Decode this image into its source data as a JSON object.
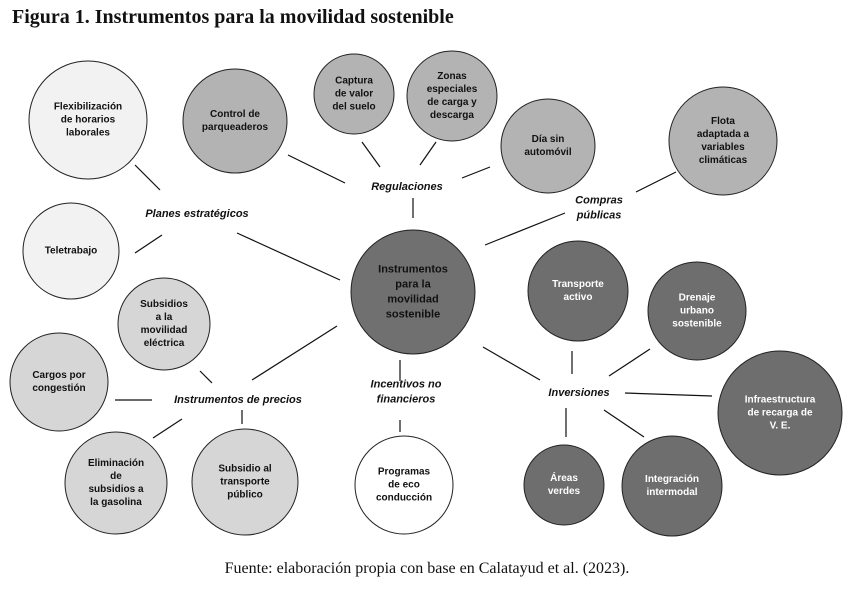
{
  "figure": {
    "title": "Figura 1. Instrumentos para la movilidad sostenible",
    "source": "Fuente: elaboración propia con base en Calatayud et al. (2023)."
  },
  "colors": {
    "center": "#707070",
    "dark": "#6e6e6e",
    "mid": "#b3b3b3",
    "light": "#d6d6d6",
    "lightest": "#f2f2f2",
    "white": "#ffffff",
    "stroke": "#222222",
    "edge": "#111111"
  },
  "center": {
    "lines": [
      "Instrumentos",
      "para la",
      "movilidad",
      "sostenible"
    ]
  },
  "categories": {
    "planes": {
      "lines": [
        "Planes estratégicos"
      ]
    },
    "regulaciones": {
      "lines": [
        "Regulaciones"
      ]
    },
    "compras": {
      "lines": [
        "Compras",
        "públicas"
      ]
    },
    "precios": {
      "lines": [
        "Instrumentos de precios"
      ]
    },
    "incentivos": {
      "lines": [
        "Incentivos no",
        "financieros"
      ]
    },
    "inversiones": {
      "lines": [
        "Inversiones"
      ]
    }
  },
  "nodes": {
    "flexibilizacion": {
      "lines": [
        "Flexibilización",
        "de horarios",
        "laborales"
      ],
      "fill": "lightest"
    },
    "teletrabajo": {
      "lines": [
        "Teletrabajo"
      ],
      "fill": "lightest"
    },
    "control": {
      "lines": [
        "Control de",
        "parqueaderos"
      ],
      "fill": "mid"
    },
    "captura": {
      "lines": [
        "Captura",
        "de valor",
        "del suelo"
      ],
      "fill": "mid"
    },
    "zonas": {
      "lines": [
        "Zonas",
        "especiales",
        "de carga y",
        "descarga"
      ],
      "fill": "mid"
    },
    "diasin": {
      "lines": [
        "Día sin",
        "automóvil"
      ],
      "fill": "mid"
    },
    "flota": {
      "lines": [
        "Flota",
        "adaptada a",
        "variables",
        "climáticas"
      ],
      "fill": "mid"
    },
    "subsidios_ev": {
      "lines": [
        "Subsidios",
        "a la",
        "movilidad",
        "eléctrica"
      ],
      "fill": "light"
    },
    "cargos": {
      "lines": [
        "Cargos por",
        "congestión"
      ],
      "fill": "light"
    },
    "eliminacion": {
      "lines": [
        "Eliminación",
        "de",
        "subsidios a",
        "la gasolina"
      ],
      "fill": "light"
    },
    "subsidio_tp": {
      "lines": [
        "Subsidio al",
        "transporte",
        "público"
      ],
      "fill": "light"
    },
    "programas": {
      "lines": [
        "Programas",
        "de eco",
        "conducción"
      ],
      "fill": "white"
    },
    "transporte": {
      "lines": [
        "Transporte",
        "activo"
      ],
      "fill": "dark"
    },
    "drenaje": {
      "lines": [
        "Drenaje",
        "urbano",
        "sostenible"
      ],
      "fill": "dark"
    },
    "infraestructura": {
      "lines": [
        "Infraestructura",
        "de recarga de",
        "V. E."
      ],
      "fill": "dark"
    },
    "areas": {
      "lines": [
        "Áreas",
        "verdes"
      ],
      "fill": "dark"
    },
    "integracion": {
      "lines": [
        "Integración",
        "intermodal"
      ],
      "fill": "dark"
    }
  }
}
